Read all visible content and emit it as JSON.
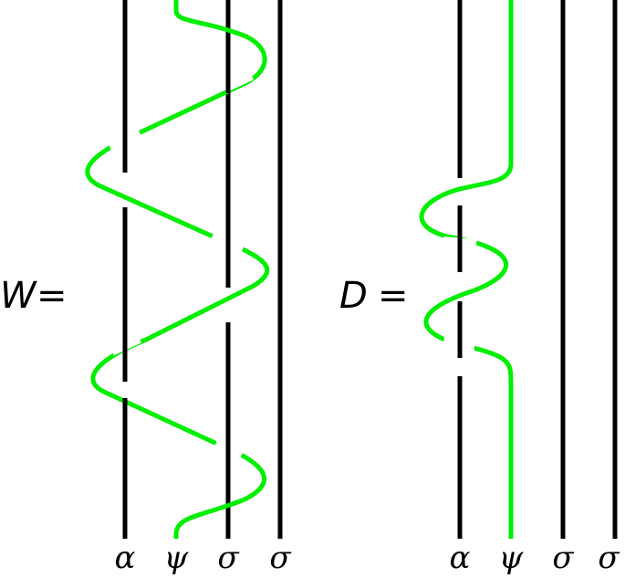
{
  "colors": {
    "black_strand": "#000000",
    "green_strand": "#00ee00"
  },
  "diagrams": [
    {
      "lhs": "W",
      "equals": "=",
      "labels": [
        "α",
        "ψ",
        "σ",
        "σ"
      ]
    },
    {
      "lhs": "D",
      "equals": "=",
      "labels": [
        "α",
        "ψ",
        "σ",
        "σ"
      ]
    }
  ]
}
